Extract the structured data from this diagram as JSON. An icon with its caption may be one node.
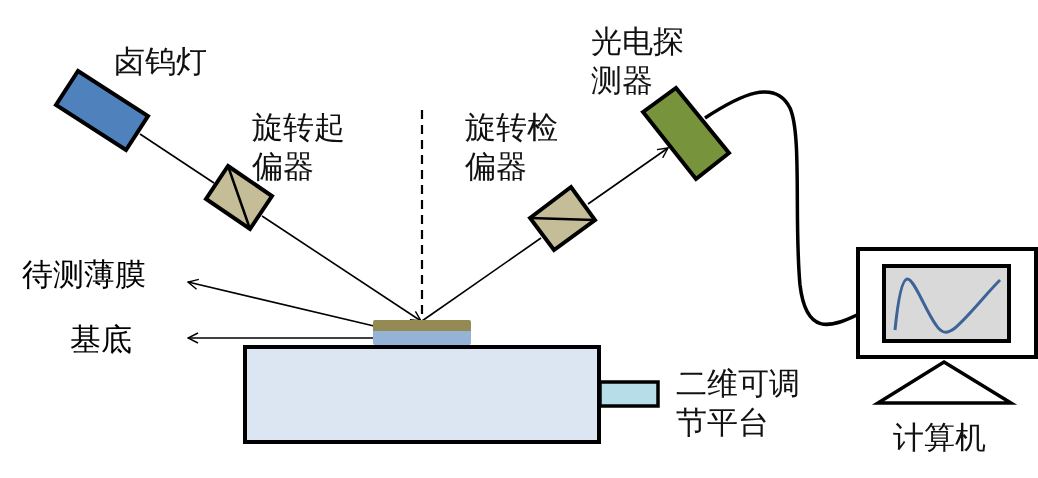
{
  "diagram": {
    "nodes": [
      {
        "text": [
          "卤钨灯"
        ]
      },
      {
        "text": [
          "旋转起偏器"
        ]
      },
      {
        "text": [
          "旋转检偏器"
        ]
      },
      {
        "text": [
          "光电探测器"
        ]
      },
      {
        "text": [
          "待测薄膜"
        ]
      },
      {
        "text": [],
        "shape": "bar"
      },
      {
        "text": [
          "基底"
        ]
      },
      {
        "text": [],
        "shape": "bar"
      },
      {
        "text": [
          "二维可调节平台"
        ]
      },
      {
        "text": [
          "计算机"
        ]
      }
    ],
    "edges": [
      {
        "from": 0,
        "to": 1,
        "arrow": "none"
      },
      {
        "from": 1,
        "to": 5,
        "arrow": "to"
      },
      {
        "from": 5,
        "to": 2,
        "arrow": "none"
      },
      {
        "from": 2,
        "to": 3,
        "arrow": "to"
      },
      {
        "from": 3,
        "to": 9,
        "arrow": "none",
        "style": "thick"
      },
      {
        "from": 5,
        "to": 4,
        "arrow": "to"
      },
      {
        "from": 7,
        "to": 6,
        "arrow": "to"
      }
    ]
  }
}
